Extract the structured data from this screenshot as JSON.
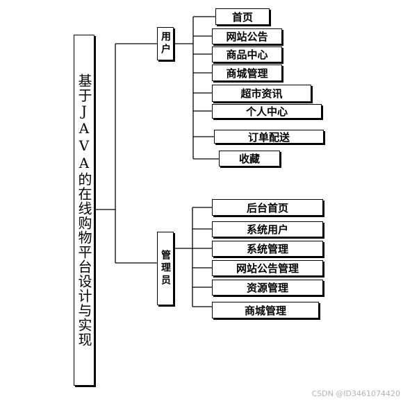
{
  "root": {
    "label": "基于JAVA的在线购物平台设计与实现"
  },
  "user": {
    "label": "用户",
    "items": [
      "首页",
      "网站公告",
      "商品中心",
      "商城管理",
      "超市资讯",
      "个人中心",
      "订单配送",
      "收藏"
    ]
  },
  "admin": {
    "label": "管理员",
    "items": [
      "后台首页",
      "系统用户",
      "系统管理",
      "网站公告管理",
      "资源管理",
      "商城管理"
    ]
  },
  "watermark": "CSDN @ID3461074420"
}
